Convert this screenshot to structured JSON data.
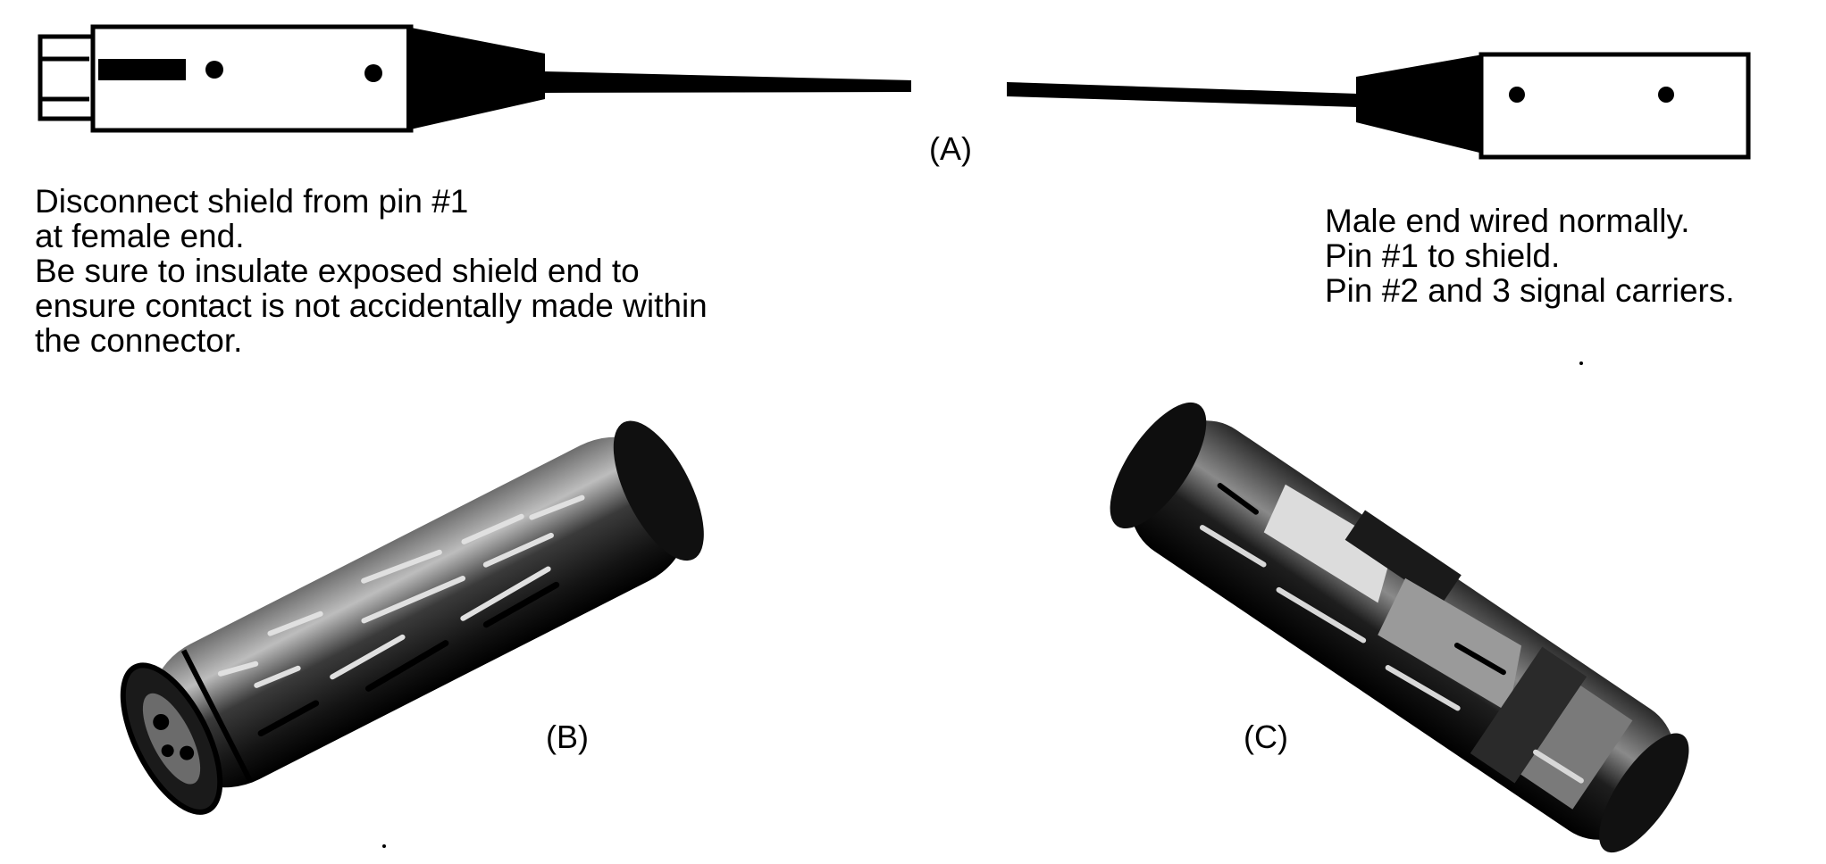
{
  "figure_labels": {
    "a": "(A)",
    "b": "(B)",
    "c": "(C)"
  },
  "female_end_note": {
    "lines": [
      "Disconnect shield from pin #1",
      "at female end.",
      "Be sure to insulate exposed shield end to",
      "ensure contact is not accidentally made within",
      "the connector."
    ]
  },
  "male_end_note": {
    "lines": [
      "Male end wired normally.",
      "Pin #1 to shield.",
      "Pin #2 and 3 signal carriers."
    ]
  },
  "icons": {
    "female_connector": "xlr-female-connector-icon",
    "male_connector": "xlr-male-connector-icon",
    "adapter_b": "inline-adapter-photo",
    "adapter_c": "xlr-adapter-photo"
  },
  "colors": {
    "ink": "#000000",
    "paper": "#ffffff",
    "photo_dark": "#141414",
    "photo_mid": "#5a5a5a",
    "photo_light": "#bdbdbd"
  }
}
